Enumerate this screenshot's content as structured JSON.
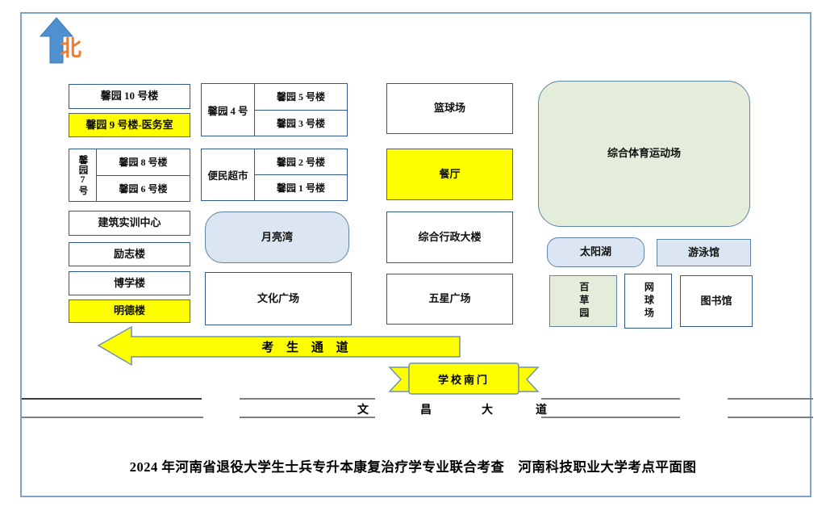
{
  "compass": {
    "north_label": "北"
  },
  "campus": {
    "xinyuan10": "馨园 10 号楼",
    "xinyuan9_clinic": "馨园 9 号楼-医务室",
    "xinyuan7": "馨园7号",
    "xinyuan8": "馨园 8 号楼",
    "xinyuan6": "馨园 6 号楼",
    "construction_center": "建筑实训中心",
    "lizhi": "励志楼",
    "boxue": "博学楼",
    "mingde": "明德楼",
    "xinyuan4": "馨园 4 号",
    "xinyuan5": "馨园 5 号楼",
    "xinyuan3": "馨园 3 号楼",
    "supermarket": "便民超市",
    "xinyuan2": "馨园 2 号楼",
    "xinyuan1": "馨园 1 号楼",
    "moon_bay": "月亮湾",
    "culture_square": "文化广场",
    "basketball": "篮球场",
    "canteen": "餐厅",
    "admin": "综合行政大楼",
    "five_star": "五星广场",
    "sports_ground": "综合体育运动场",
    "sun_lake": "太阳湖",
    "swimming": "游泳馆",
    "herb_garden": "百草园",
    "tennis": "网球场",
    "library": "图书馆"
  },
  "passage_label": "考 生 通 道",
  "gate_label": "学校南门",
  "road": {
    "name": "文昌大道",
    "chars": [
      "文",
      "昌",
      "大",
      "道"
    ]
  },
  "title": "2024 年河南省退役大学生士兵专升本康复治疗学专业联合考查　河南科技职业大学考点平面图",
  "colors": {
    "highlight": "#ffff00",
    "water_fill": "#dce6f2",
    "field_fill": "#e4edda",
    "north_arrow": "#4f90d0",
    "north_text": "#ed7d31",
    "border_blue": "#2f5b8c"
  }
}
